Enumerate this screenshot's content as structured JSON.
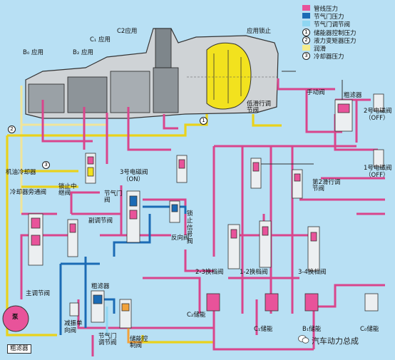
{
  "legend": [
    {
      "color": "#e8539a",
      "label": "管线压力"
    },
    {
      "color": "#1b6bb5",
      "label": "节气门压力"
    },
    {
      "color": "#8fd6f2",
      "label": "节气门调节阀"
    },
    {
      "num": "1",
      "color": "#f2a23a",
      "label": "储能器控制压力"
    },
    {
      "num": "2",
      "color": "#f2e21e",
      "label": "液力变矩器压力"
    },
    {
      "color": "#f5ec8c",
      "label": "润滑"
    },
    {
      "num": "3",
      "color": "#f2e21e",
      "label": "冷却器压力"
    }
  ],
  "labels": {
    "b0": "B₀ 应用",
    "b2": "B₂ 应用",
    "c1": "C₁ 应用",
    "c2": "C2应用",
    "lockup": "应用锁止",
    "manual": "手动阀",
    "strainer_top": "粗滤器",
    "sol2": "2号电磁阀",
    "sol2_state": "（OFF）",
    "sol1": "1号电磁阀",
    "sol1_state": "（OFF）",
    "low_coast": "低滑行调节阀",
    "second_coast": "第2滑行调节阀",
    "cooler": "机油冷却器",
    "cooler_bypass": "冷却器旁通阀",
    "lockup_relay": "锁止中继阀",
    "sol3": "3号电磁阀",
    "sol3_state": "（ON）",
    "throttle_valve": "节气门阀",
    "lockup_signal": "锁止信号阀",
    "reverse": "反向阀",
    "secondary_reg": "副调节阀",
    "primary_reg": "主调节阀",
    "shift23": "2-3换档阀",
    "shift12": "1-2换档阀",
    "shift34": "3-4换档阀",
    "pump": "泵",
    "strainer_bottom": "粗滤器",
    "damper_check": "减振单向阀",
    "strainer_mid": "粗滤器",
    "throttle_mod": "节气门调节阀",
    "acc_control": "储能控制阀",
    "c2_acc": "C₂储能",
    "c1_acc": "C₁储能",
    "b1_acc": "B₁储能",
    "c0_acc": "C₀储能",
    "circle1": "1",
    "circle2": "2",
    "circle3": "3",
    "watermark": "汽车动力总成"
  }
}
